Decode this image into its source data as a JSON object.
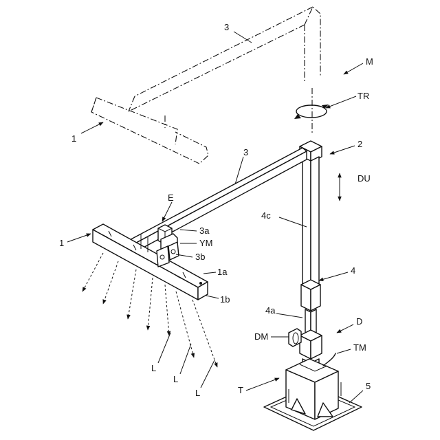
{
  "labels": {
    "m": "M",
    "tr": "TR",
    "two": "2",
    "three_upper": "3",
    "three_lower": "3",
    "one_upper": "1",
    "one_lower": "1",
    "du": "DU",
    "e": "E",
    "three_a": "3a",
    "ym": "YM",
    "three_b": "3b",
    "four_c": "4c",
    "four": "4",
    "one_a": "1a",
    "one_b": "1b",
    "four_a": "4a",
    "d": "D",
    "dm": "DM",
    "tm": "TM",
    "five": "5",
    "t": "T",
    "l1": "L",
    "l2": "L",
    "l3": "L"
  },
  "colors": {
    "ink": "#111111",
    "background": "#ffffff"
  }
}
